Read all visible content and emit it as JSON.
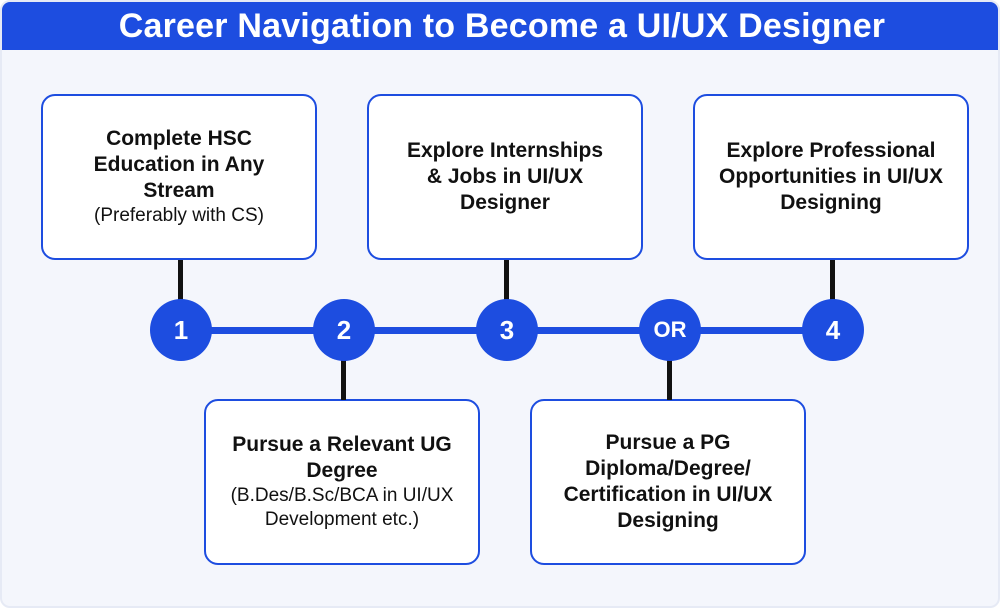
{
  "title": "Career Navigation to Become a UI/UX Designer",
  "colors": {
    "accent": "#1d4de0",
    "connector": "#111111",
    "background": "#f4f6fc"
  },
  "steps": [
    {
      "badge": "1",
      "main": "Complete HSC\nEducation in Any\nStream",
      "sub": "(Preferably with CS)"
    },
    {
      "badge": "2",
      "main": "Pursue a Relevant UG\nDegree",
      "sub": "(B.Des/B.Sc/BCA in UI/UX\nDevelopment etc.)"
    },
    {
      "badge": "3",
      "main": "Explore Internships\n& Jobs in UI/UX\nDesigner",
      "sub": ""
    },
    {
      "badge": "OR",
      "main": "Pursue a PG\nDiploma/Degree/\nCertification in UI/UX\nDesigning",
      "sub": ""
    },
    {
      "badge": "4",
      "main": "Explore Professional\nOpportunities in UI/UX\nDesigning",
      "sub": ""
    }
  ]
}
